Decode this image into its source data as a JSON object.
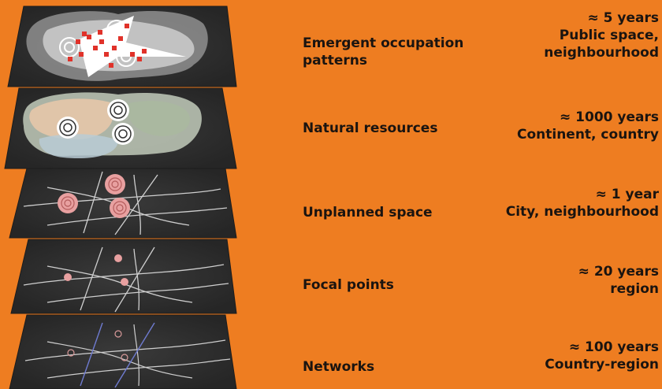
{
  "layers": [
    {
      "id": "emergent",
      "label_lines": [
        "Emergent occupation",
        "patterns"
      ],
      "time": "≈ 5 years",
      "scale_lines": [
        "Public space,",
        "neighbourhood"
      ]
    },
    {
      "id": "natural",
      "label_lines": [
        "Natural resources"
      ],
      "time": "≈ 1000 years",
      "scale_lines": [
        "Continent, country"
      ]
    },
    {
      "id": "unplanned",
      "label_lines": [
        "Unplanned space"
      ],
      "time": "≈ 1 year",
      "scale_lines": [
        "City, neighbourhood"
      ]
    },
    {
      "id": "focal",
      "label_lines": [
        "Focal points"
      ],
      "time": "≈ 20 years",
      "scale_lines": [
        "region"
      ]
    },
    {
      "id": "networks",
      "label_lines": [
        "Networks"
      ],
      "time": "≈ 100 years",
      "scale_lines": [
        "Country-region"
      ]
    }
  ],
  "colors": {
    "background": "#ee7d21",
    "plane": "#2e2e2e",
    "text": "#1a1410",
    "road": "#cfcfcf",
    "focal": "#e8a0a0",
    "marker": "#e0322a",
    "secondary_road": "#6f7bd0"
  }
}
